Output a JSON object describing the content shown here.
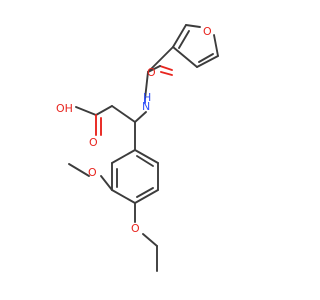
{
  "structure": {
    "atom_labels": {
      "furan_o": "O",
      "amide_o": "O",
      "amide_n": "H\nN",
      "acid_oh": "OH",
      "acid_o": "O",
      "methoxy_o": "O",
      "ethoxy_o": "O"
    },
    "colors": {
      "bond": "#3c3c3c",
      "oxygen": "#e8251f",
      "nitrogen": "#3050f8",
      "background": "#ffffff"
    }
  }
}
